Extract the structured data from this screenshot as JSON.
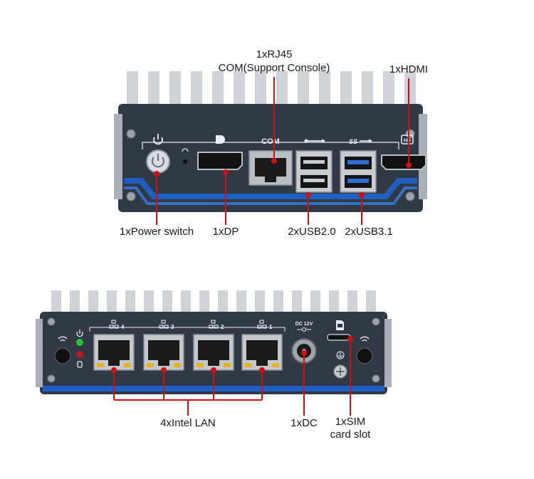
{
  "front_panel": {
    "callouts": {
      "rj45_com_line1": "1xRJ45",
      "rj45_com_line2": "COM(Support Console)",
      "hdmi": "1xHDMI",
      "power": "1xPower switch",
      "dp": "1xDP",
      "usb2": "2xUSB2.0",
      "usb3": "2xUSB3.1"
    },
    "silkscreen": {
      "com": "COM",
      "ss": "SS"
    }
  },
  "rear_panel": {
    "callouts": {
      "lan": "4xIntel LAN",
      "dc": "1xDC",
      "sim_line1": "1xSIM",
      "sim_line2": "card slot"
    },
    "silkscreen": {
      "lan_numbers": [
        "4",
        "3",
        "2",
        "1"
      ],
      "dc": "DC 12V"
    }
  },
  "colors": {
    "chassis": "#2f3a46",
    "accent_blue": "#1f5fbf",
    "callout_line": "#d01010",
    "usb3_blue": "#2f6fd6"
  }
}
